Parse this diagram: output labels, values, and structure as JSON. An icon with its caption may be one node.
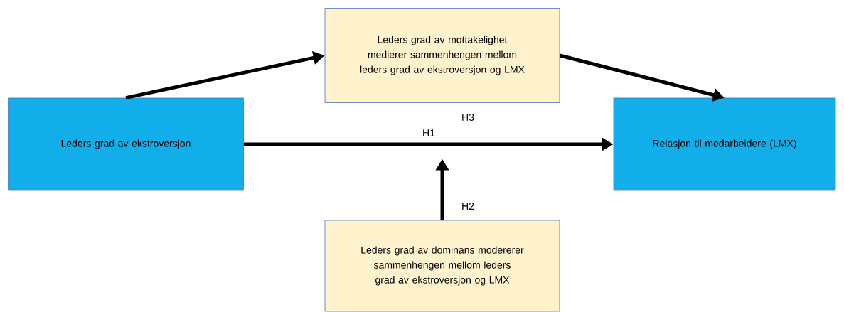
{
  "diagram": {
    "nodes": [
      {
        "text": [
          "Leders grad av ekstroversjon"
        ]
      },
      {
        "text": [
          "Leders grad av mottakelighet medierer sammenhengen mellom leders grad av ekstroversjon og LMX"
        ]
      },
      {
        "text": [
          "Relasjon til medarbeidere (LMX)"
        ]
      },
      {
        "text": [
          "Leders grad av dominans modererer sammenhengen mellom leders grad av ekstroversjon og LMX"
        ]
      }
    ],
    "edges": [
      {
        "from": 0,
        "to": 1,
        "arrow": "to"
      },
      {
        "from": 1,
        "to": 2,
        "arrow": "to"
      },
      {
        "from": 0,
        "to": 2,
        "arrow": "to",
        "label": "H1"
      },
      {
        "from": 3,
        "to": null,
        "arrow": "to",
        "label": "H2"
      }
    ],
    "labels": [
      "H3"
    ]
  }
}
